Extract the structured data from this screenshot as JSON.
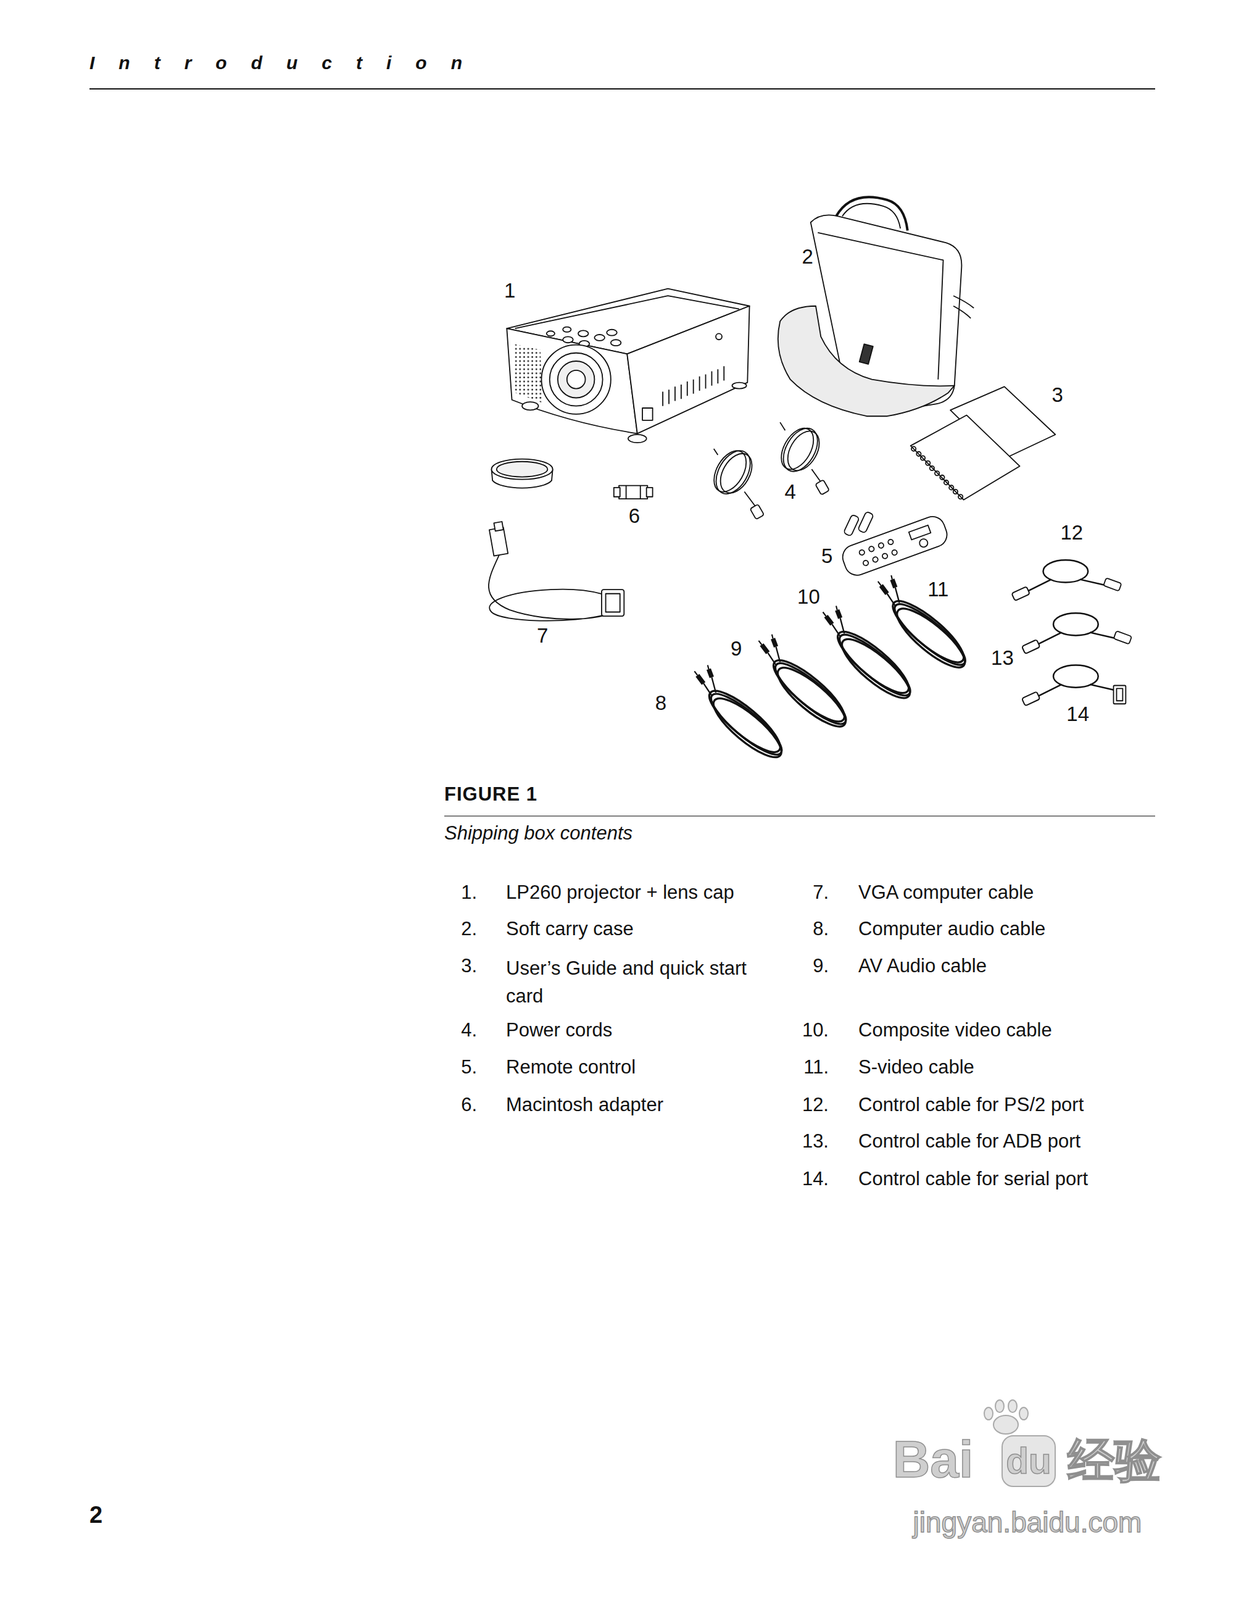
{
  "diagram": {
    "title": "Introduction",
    "caption": "Shipping box contents",
    "labels": [
      "1",
      "2",
      "3",
      "4",
      "5",
      "6",
      "7",
      "8",
      "9",
      "10",
      "11",
      "12",
      "13",
      "14",
      "FIGURE 1",
      "1.",
      "LP260 projector + lens cap",
      "2.",
      "Soft carry case",
      "3.",
      "User’s Guide and quick start card",
      "4.",
      "Power cords",
      "5.",
      "Remote control",
      "6.",
      "Macintosh adapter",
      "7.",
      "VGA computer cable",
      "8.",
      "Computer audio cable",
      "9.",
      "AV Audio cable",
      "10.",
      "Composite video cable",
      "11.",
      "S-video cable",
      "12.",
      "Control cable for PS/2 port",
      "13.",
      "Control cable for ADB port",
      "14.",
      "Control cable for serial port",
      "2",
      "Bai",
      "du",
      "经验",
      "jingyan.baidu.com"
    ]
  }
}
